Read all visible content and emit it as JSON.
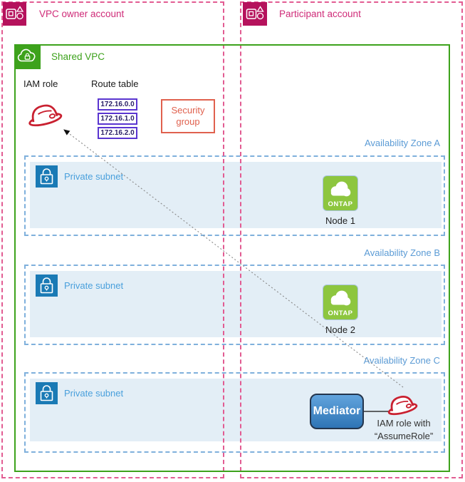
{
  "accounts": {
    "owner": {
      "label": "VPC owner account"
    },
    "participant": {
      "label": "Participant account"
    }
  },
  "shared_vpc": {
    "label": "Shared VPC"
  },
  "iam_role": {
    "label": "IAM role"
  },
  "route_table": {
    "label": "Route table",
    "entries": [
      "172.16.0.0",
      "172.16.1.0",
      "172.16.2.0"
    ]
  },
  "security_group": {
    "label": "Security group"
  },
  "zones": [
    {
      "label": "Availability Zone A",
      "subnet_label": "Private subnet",
      "node_label": "Node 1"
    },
    {
      "label": "Availability Zone B",
      "subnet_label": "Private subnet",
      "node_label": "Node 2"
    },
    {
      "label": "Availability Zone C",
      "subnet_label": "Private subnet"
    }
  ],
  "ontap": {
    "badge": "ONTAP"
  },
  "mediator": {
    "label": "Mediator",
    "iam_role_line1": "IAM role with",
    "iam_role_line2": "“AssumeRole”"
  },
  "icons": {
    "owner_account": "organizations-account-icon",
    "participant_account": "organizations-account-icon",
    "shared_vpc": "vpc-lock-cloud-icon",
    "iam_role": "red-hard-hat-icon",
    "private_subnet": "padlock-icon",
    "ontap_node": "ontap-cloud-icon"
  },
  "colors": {
    "account_pink": "#b5125c",
    "account_border_pink": "#e25c92",
    "account_label_pink": "#cf2b78",
    "vpc_green": "#3da21c",
    "az_blue": "#5b9bd5",
    "az_border_blue": "#7fb0dc",
    "subnet_fill": "#e3eef6",
    "subnet_icon_blue": "#1a7ab5",
    "subnet_label_blue": "#4aa0dc",
    "route_purple": "#5a35d0",
    "route_text_purple": "#2b2168",
    "security_red": "#e0614e",
    "iam_red": "#c92030",
    "ontap_green": "#8dc63f",
    "mediator_blue": "#2e74b5",
    "arrow_gray": "#888888"
  }
}
